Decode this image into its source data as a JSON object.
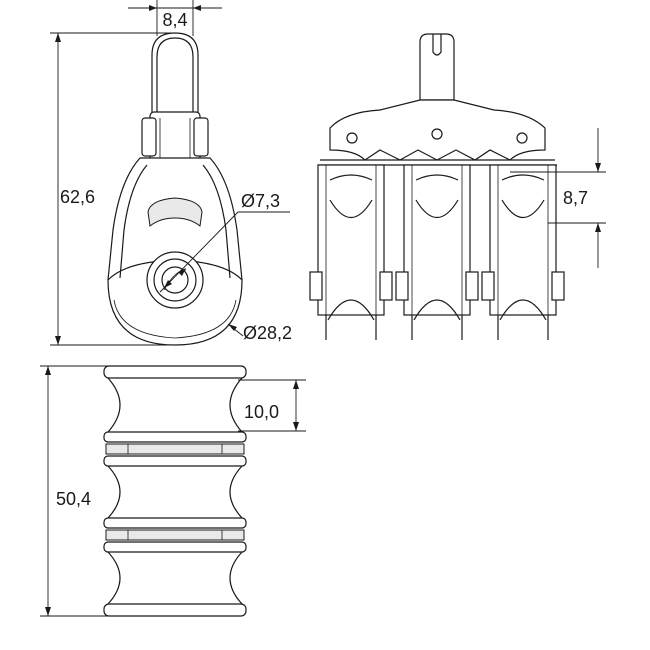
{
  "dimensions": {
    "pin_width": "8,4",
    "overall_height": "62,6",
    "bore_diameter": "Ø7,3",
    "sheave_diameter": "Ø28,2",
    "sheave_spacing": "8,7",
    "groove_width": "10,0",
    "block_width": "50,4"
  }
}
